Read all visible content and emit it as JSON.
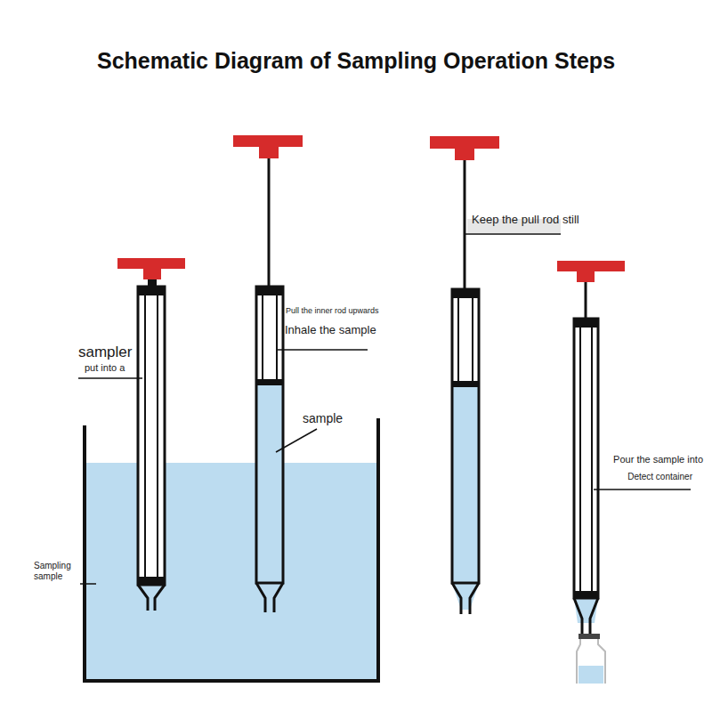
{
  "diagram": {
    "title": "Schematic Diagram of Sampling Operation Steps",
    "labels": [
      "sampler",
      "put into a",
      "Pull the inner rod upwards",
      "Inhale the sample",
      "sample",
      "Keep the pull rod still",
      "Sampling sample",
      "Pour the sample into",
      "Detect container"
    ]
  }
}
